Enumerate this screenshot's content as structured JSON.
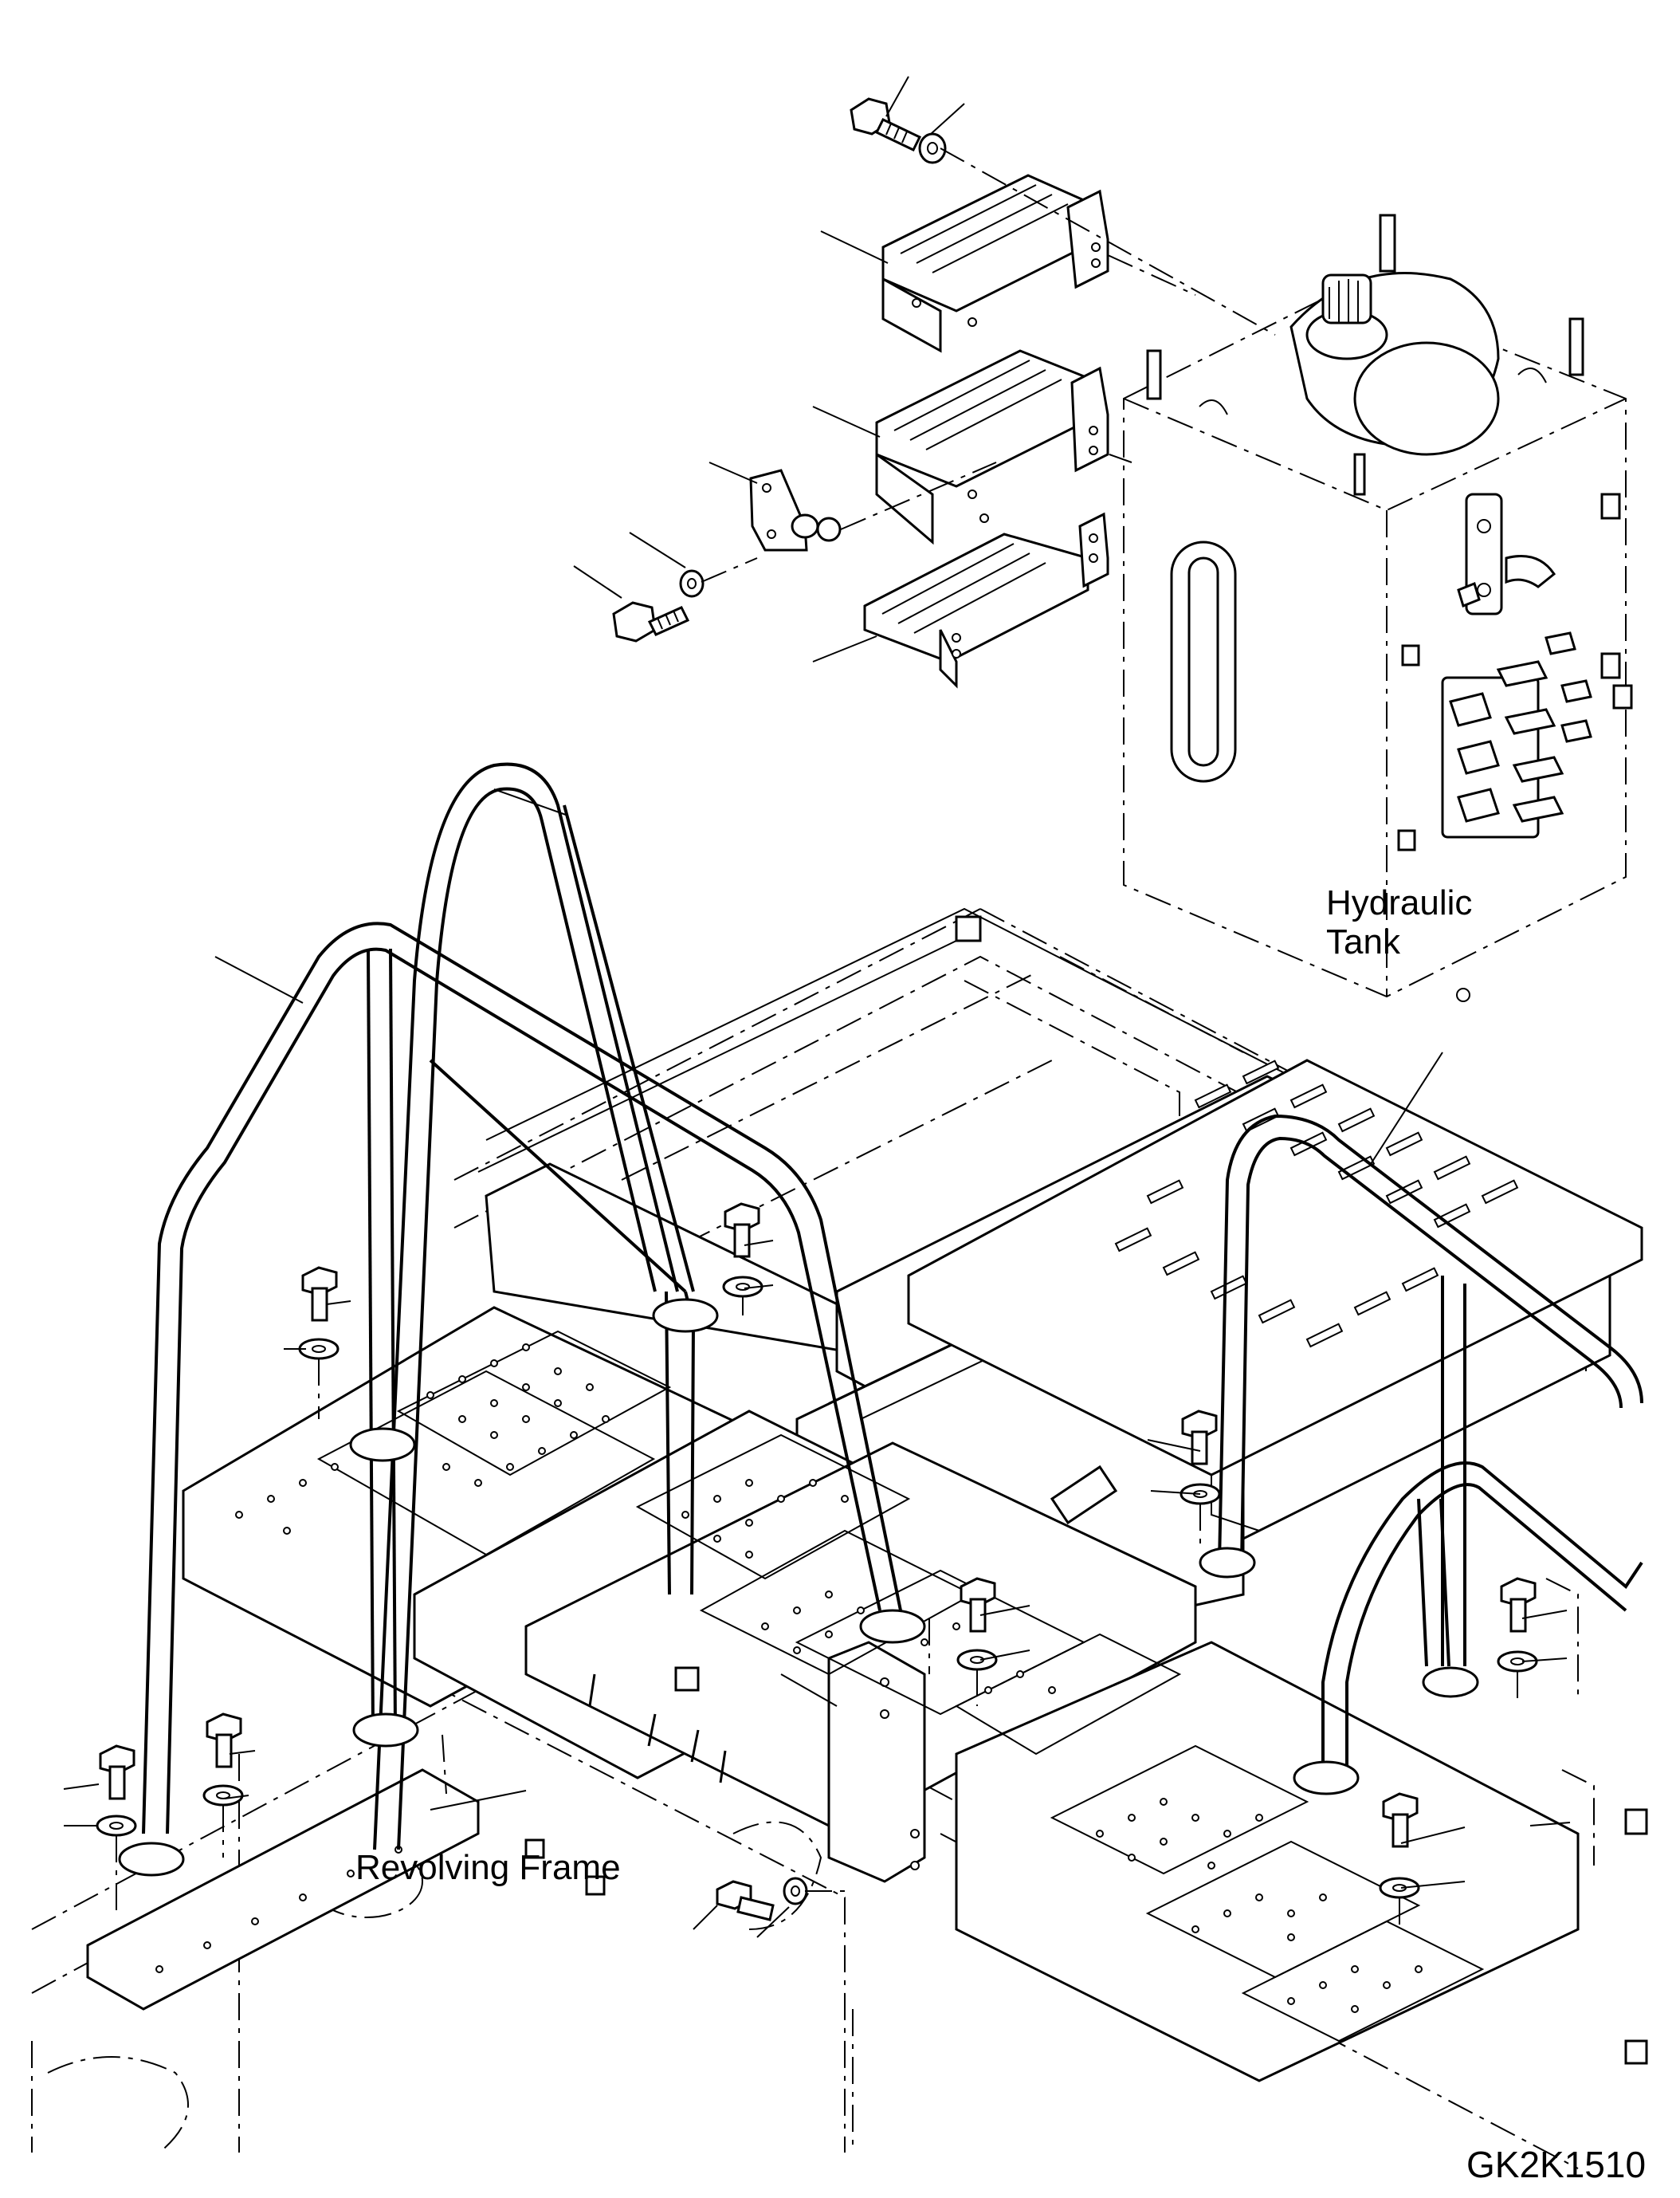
{
  "labels": {
    "hydraulic_tank_line1": "Hydraulic",
    "hydraulic_tank_line2": "Tank",
    "revolving_frame": "Revolving Frame",
    "drawing_code": "GK2K1510"
  }
}
